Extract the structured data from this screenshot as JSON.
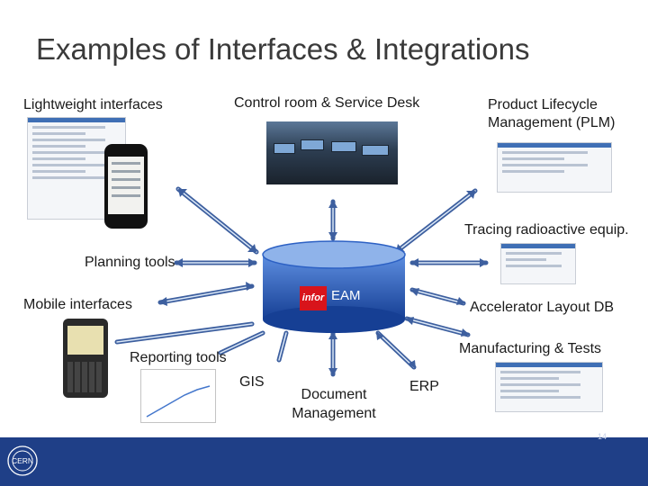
{
  "title": "Examples of Interfaces & Integrations",
  "center": {
    "brand": "infor",
    "label": "EAM"
  },
  "labels": {
    "lightweight": "Lightweight interfaces",
    "control_room": "Control room & Service Desk",
    "plm": "Product Lifecycle Management (PLM)",
    "tracing": "Tracing radioactive equip.",
    "planning": "Planning tools",
    "mobile": "Mobile interfaces",
    "accelerator": "Accelerator Layout DB",
    "manufacturing": "Manufacturing & Tests",
    "reporting": "Reporting tools",
    "gis": "GIS",
    "document": "Document Management",
    "erp": "ERP"
  },
  "footer": {
    "logo_text": "CERN",
    "page_number": "14"
  },
  "colors": {
    "footer": "#1f3f87",
    "arrow_dark": "#2e4f8f",
    "arrow_light": "#cfe0f5",
    "cylinder": "#2d61c4"
  }
}
